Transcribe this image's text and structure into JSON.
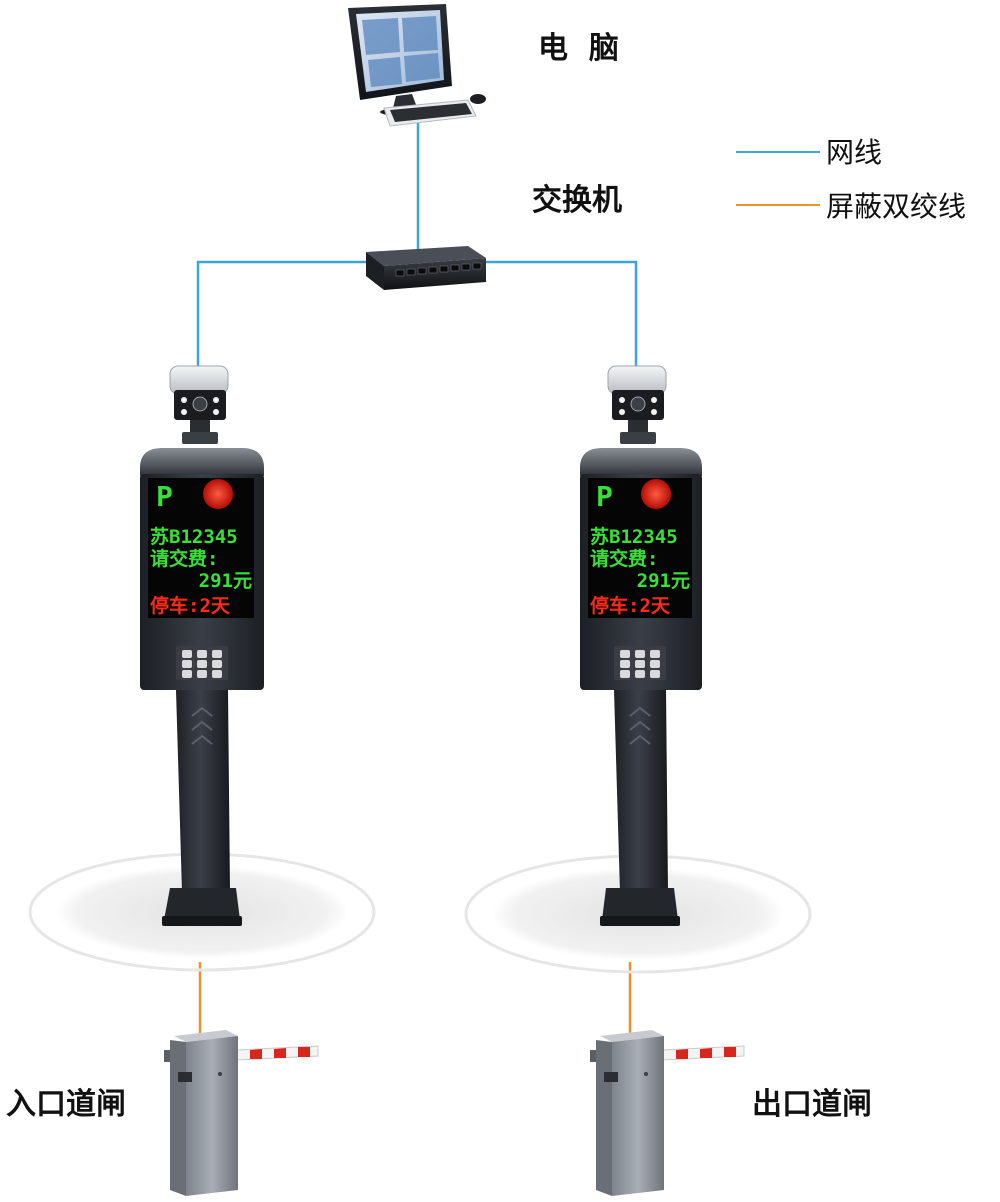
{
  "labels": {
    "computer": "电  脑",
    "switch": "交换机",
    "entry_gate": "入口道闸",
    "exit_gate": "出口道闸"
  },
  "legend": {
    "items": [
      {
        "label": "网线",
        "color": "#3aa6d8"
      },
      {
        "label": "屏蔽双绞线",
        "color": "#f0902a"
      }
    ]
  },
  "kiosks": [
    {
      "id": "entry",
      "parking_symbol": "P",
      "lines": [
        {
          "text": "苏B12345",
          "color": "green"
        },
        {
          "text": "请交费:",
          "color": "green"
        },
        {
          "text": "291元",
          "color": "green"
        },
        {
          "text": "停车:2天",
          "color": "red"
        }
      ]
    },
    {
      "id": "exit",
      "parking_symbol": "P",
      "lines": [
        {
          "text": "苏B12345",
          "color": "green"
        },
        {
          "text": "请交费:",
          "color": "green"
        },
        {
          "text": "291元",
          "color": "green"
        },
        {
          "text": "停车:2天",
          "color": "red"
        }
      ]
    }
  ],
  "colors": {
    "network_cable": "#3aa6d8",
    "shielded_twisted_pair": "#f0902a",
    "kiosk_body": "#2c3036",
    "led_green": "#39e03a",
    "led_red": "#ff2a1a",
    "gate_body": "#9aa0a8",
    "arm_red": "#d8261e"
  }
}
